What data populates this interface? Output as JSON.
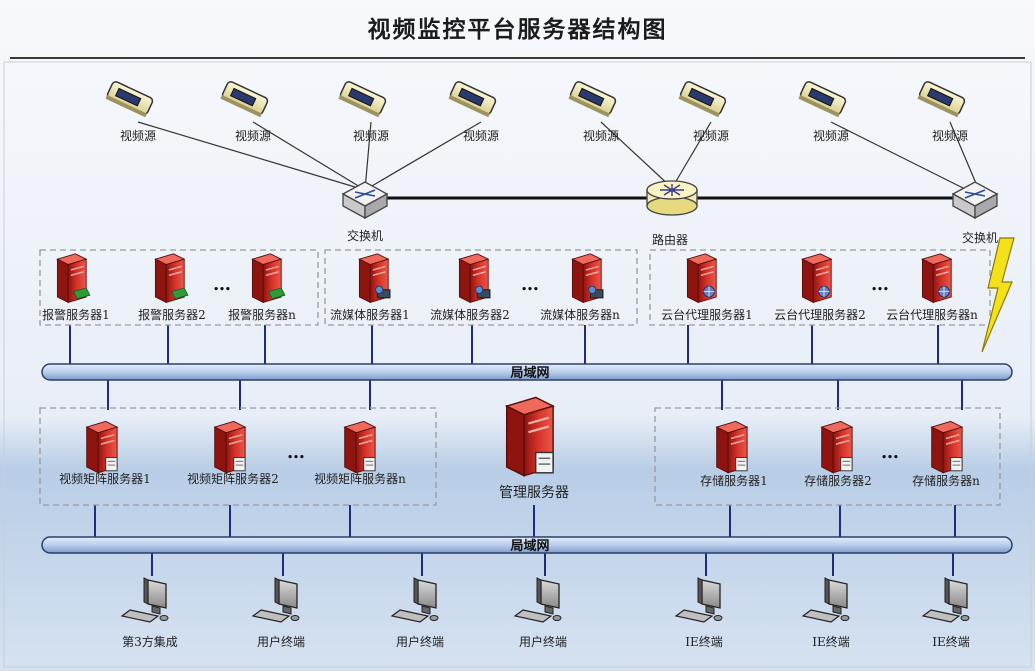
{
  "title": "视频监控平台服务器结构图",
  "video_sources": [
    "视频源",
    "视频源",
    "视频源",
    "视频源",
    "视频源",
    "视频源",
    "视频源",
    "视频源"
  ],
  "switch_left_label": "交换机",
  "router_label": "路由器",
  "switch_right_label": "交换机",
  "group_alarm": [
    "报警服务器1",
    "报警服务器2",
    "报警服务器n"
  ],
  "group_stream": [
    "流媒体服务器1",
    "流媒体服务器2",
    "流媒体服务器n"
  ],
  "group_ptz": [
    "云台代理服务器1",
    "云台代理服务器2",
    "云台代理服务器n"
  ],
  "ellipsis": "…",
  "lan_top_label": "局域网",
  "group_matrix": [
    "视频矩阵服务器1",
    "视频矩阵服务器2",
    "视频矩阵服务器n"
  ],
  "management_label": "管理服务器",
  "group_storage": [
    "存储服务器1",
    "存储服务器2",
    "存储服务器n"
  ],
  "lan_bottom_label": "局域网",
  "terminals": [
    "第3方集成",
    "用户终端",
    "用户终端",
    "用户终端",
    "IE终端",
    "IE终端",
    "IE终端"
  ],
  "colors": {
    "server_red": "#c8261f",
    "bus_blue": "#b9d0ee",
    "lightning": "#f5e11a",
    "dash_gray": "#9a9a9a"
  }
}
